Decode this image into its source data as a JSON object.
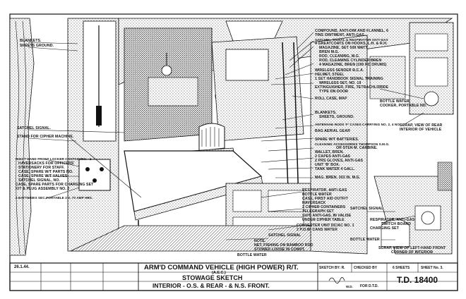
{
  "title_block": {
    "date": "26.1.44.",
    "title_line1": "ARM'D COMMAND VEHICLE (HIGH POWER) R/T.",
    "title_line2": "(A.E.C.)",
    "title_line3": "STOWAGE SKETCH",
    "title_line4": "INTERIOR - O.S. & REAR - & N.S. FRONT.",
    "sketch_by": "SKETCH BY: R.",
    "checked_by": "CHECKED BY",
    "sheets": "6 SHEETS",
    "sheet_no": "SHEET No. 3.",
    "drawing_no": "T.D. 18400",
    "for_dtd": "FOR D.T.D.",
    "signature": "W.D."
  },
  "labels_left": [
    "BLANKETS.",
    "SHEETS GROUND.",
    "SATCHEL SIGNAL.",
    "STAND FOR CIPHER MACHINE.",
    "RIGHT HAND FRONT LOCKER CONTAINING:- 1",
    "HAVERSACKS FOR OFFICERS'",
    "STATIONERY FOR STAFF.",
    "CASE, SPARE W/T PARTS No.",
    "CASE, SPARE W/T VALVES.",
    "SATCHEL SIGNAL, No.",
    "CASE, SPARE PARTS FOR CHARGING SET",
    "KIT & PLUG ASSEMBLY No. 2",
    "2 BATTERIES SEC PORTABLE 2 V. 70 AMP HRS."
  ],
  "labels_center": [
    "COMPOUND, ANTI-DIM AND FLANNEL, 6",
    "TINS OINTMENT, ANTI-GAS",
    "SATCHEL, SIGNAL & RESPIRATOR ANTI-GAS",
    "4 GREATCOATS ON HOOKS, L.H. & R.H.",
    "MAGAZINE, SET 500 WATT",
    "BREN M.G.",
    "ROD, CLEANING, M.G.",
    "ROD, CLEANING CYLINDER BREN",
    "4 MAGAZINE, BREN (100 RD DRUMS)",
    "WIRELESS SENDER R.C.A.",
    "HELMET, STEEL",
    "1 SET HANDBOOK SIGNAL TRAINING",
    "WIRELESS SET, No. 19",
    "EXTINGUISHER, FIRE, TETRACHLORIDE",
    "TYPE ON DOOR",
    "ROLL CASE, MAP",
    "BLANKETS.",
    "SHEETS, GROUND.",
    "ANTENNAE RODS 'F' CASES CARRYING No. 2, 4 No.",
    "BAG AERIAL GEAR",
    "SPARE W/T BATTERIES.",
    "CLEANING ACCESSORIES THOMPSON S.M.G.",
    "OR STEN M. CARBINE.",
    "WALLET, BREN.",
    "2 CAPES ANTI-GAS",
    "2 PRS GLOVES, ANTI-GAS",
    "UNIT 'B' BOX.",
    "TANK WATER 4 GALL.",
    "MAG. BREN. 303 IN. M.G.",
    "RESPIRATOR, ANTI-GAS",
    "BOTTLE WATER",
    "CASE, FIRST AID OUTFIT",
    "HAVERSACK",
    "2 CIPHER CONTAINERS",
    "TELEGRAPH SET",
    "SUIT, ANTI-GAS, IN VALISE",
    "UNDER CIPHER TABLE",
    "CONVERTER UNIT DC/AC No. 1",
    "2 P.O.W. CANS WATER",
    "SATCHEL SIGNAL",
    "NOTE.",
    "NET, FISHING ON BAMBOO ROD",
    "STOWED LOOSE IN COMPT.",
    "BOTTLE WATER"
  ],
  "labels_right": [
    "BOTTLE WATER",
    "COOKER, PORTABLE No.",
    "SCRAP, VIEW OF REAR",
    "INTERIOR OF VEHICLE",
    "SATCHEL SIGNAL",
    "RESPIRATOR, ANTI-GAS",
    "SWITCH BOARD",
    "CHARGING SET",
    "BOTTLE WATER",
    "SCRAP, VIEW OF LEFT-HAND FRONT",
    "CORNER OF INTERIOR"
  ]
}
